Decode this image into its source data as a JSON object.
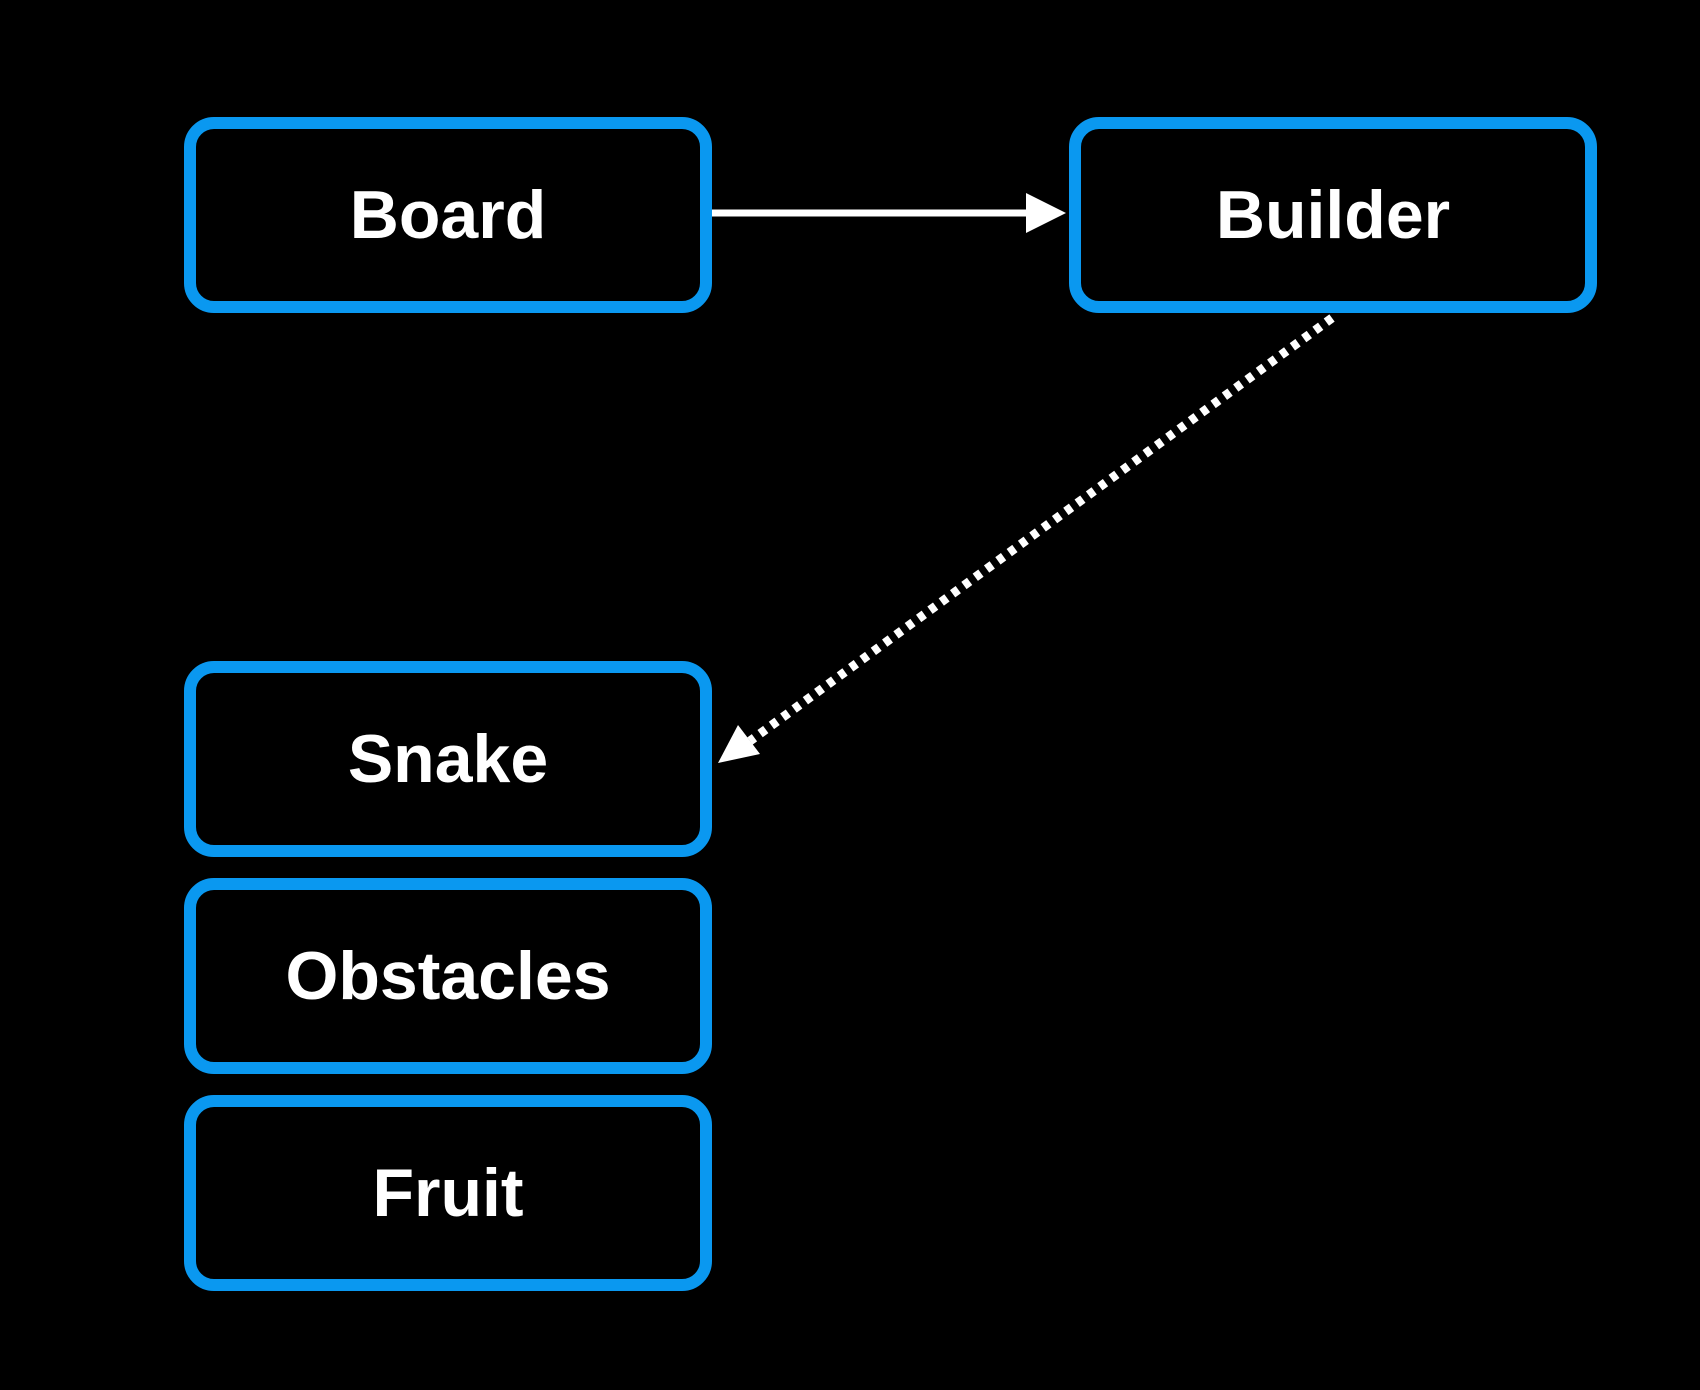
{
  "diagram": {
    "nodes": [
      {
        "id": "board",
        "label": "Board"
      },
      {
        "id": "builder",
        "label": "Builder"
      },
      {
        "id": "snake",
        "label": "Snake"
      },
      {
        "id": "obstacles",
        "label": "Obstacles"
      },
      {
        "id": "fruit",
        "label": "Fruit"
      }
    ],
    "edges": [
      {
        "from": "board",
        "to": "builder",
        "style": "solid"
      },
      {
        "from": "builder",
        "to": "snake",
        "style": "dotted"
      }
    ]
  },
  "colors": {
    "background": "#000000",
    "node_border": "#0a98f0",
    "text": "#ffffff",
    "edge": "#ffffff"
  }
}
